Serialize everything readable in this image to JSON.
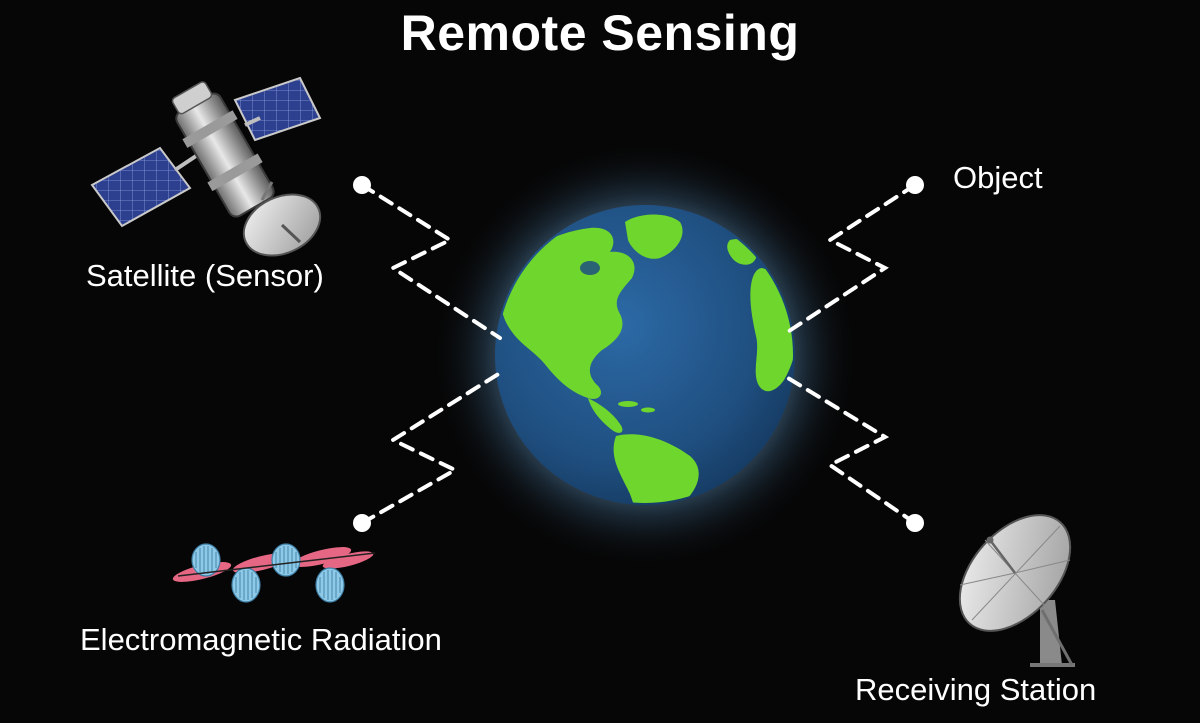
{
  "title": "Remote Sensing",
  "nodes": {
    "satellite": {
      "label": "Satellite (Sensor)",
      "icon": "satellite-icon"
    },
    "object": {
      "label": "Object"
    },
    "radiation": {
      "label": "Electromagnetic Radiation",
      "icon": "em-wave-icon"
    },
    "station": {
      "label": "Receiving Station",
      "icon": "satellite-dish-icon"
    }
  },
  "center": {
    "icon": "earth-globe-icon"
  },
  "colors": {
    "background": "#060606",
    "text": "#ffffff",
    "connector": "#ffffff",
    "ocean": "#1f4f80",
    "land": "#6ed62c",
    "glow": "#a8d8ff",
    "solar_panel": "#2d3f8f",
    "wave_blue": "#8ec9e8",
    "wave_pink": "#f26d8b"
  }
}
